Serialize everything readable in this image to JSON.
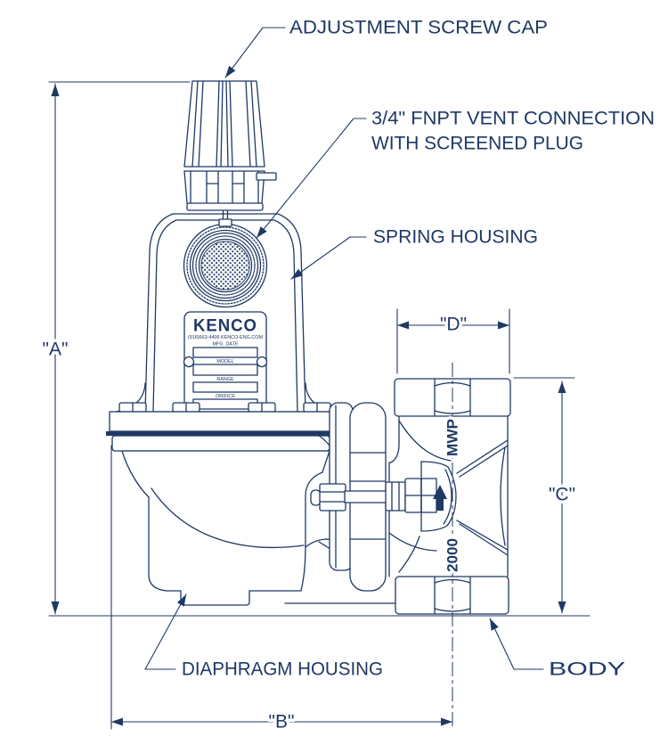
{
  "colors": {
    "line": "#1f3864",
    "background": "#ffffff"
  },
  "labels": {
    "adjustment_screw_cap": "ADJUSTMENT SCREW CAP",
    "vent_connection_line1": "3/4\" FNPT VENT CONNECTION",
    "vent_connection_line2": "WITH SCREENED PLUG",
    "spring_housing": "SPRING HOUSING",
    "diaphragm_housing": "DIAPHRAGM HOUSING",
    "body": "BODY"
  },
  "dimensions": {
    "a": "\"A\"",
    "b": "\"B\"",
    "c": "\"C\"",
    "d": "\"D\""
  },
  "body_markings": {
    "mwp": "MWP",
    "rating": "2000"
  },
  "nameplate": {
    "brand": "KENCO",
    "contact": "(918)663-4406  KENCO-ENG.COM",
    "field1": "MFG. DATE",
    "field2": "MODEL",
    "field3": "RANGE",
    "field4": "ORIFICE"
  }
}
